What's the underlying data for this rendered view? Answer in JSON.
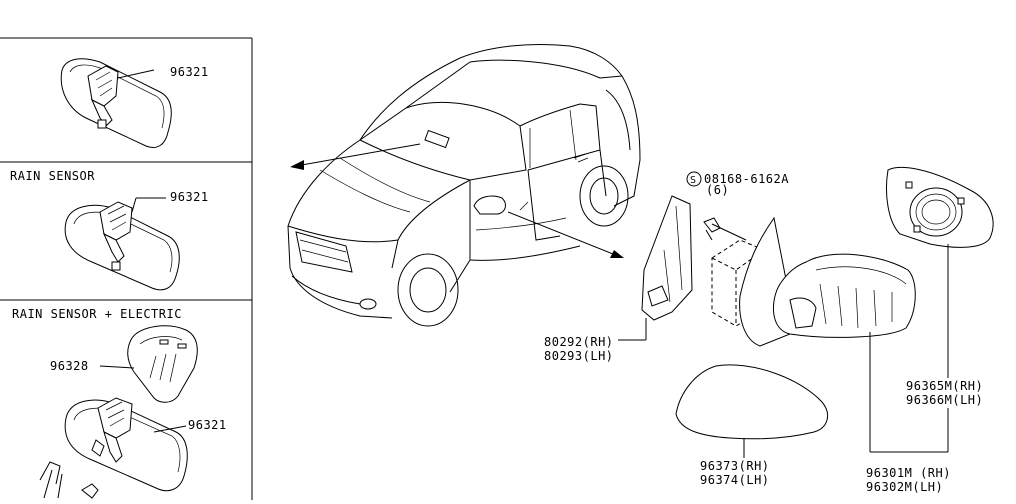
{
  "panels": {
    "top_part": "96321",
    "rain_title": "RAIN SENSOR",
    "rain_part": "96321",
    "rain_electric_title": "RAIN SENSOR + ELECTRIC",
    "cover_part": "96328",
    "mirror_part": "96321"
  },
  "callouts": {
    "screw_prefix": "S",
    "screw_part": "08168-6162A",
    "screw_qty": "(6)",
    "finisher_rh": "80292(RH)",
    "finisher_lh": "80293(LH)",
    "glass_rh": "96365M(RH)",
    "glass_lh": "96366M(LH)",
    "cover_rh": "96373(RH)",
    "cover_lh": "96374(LH)",
    "assy_rh": "96301M (RH)",
    "assy_lh": "96302M(LH)"
  }
}
